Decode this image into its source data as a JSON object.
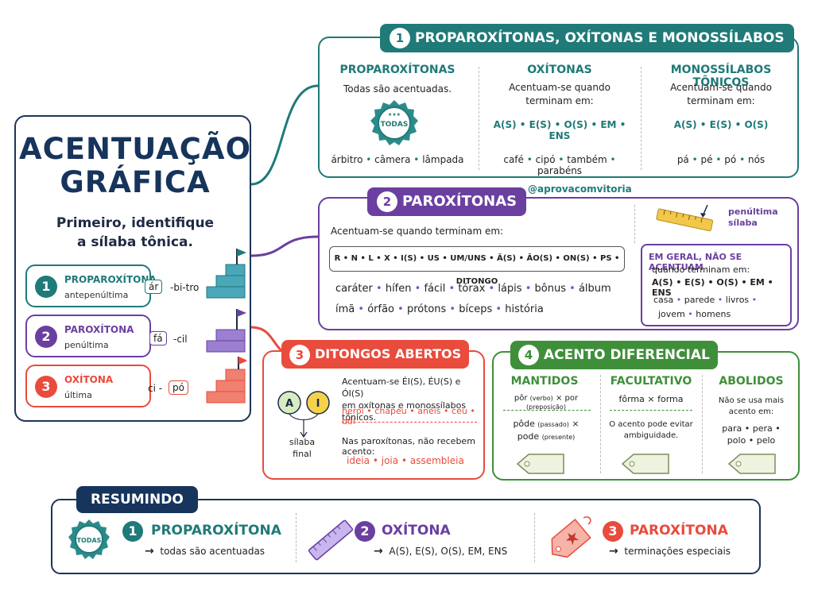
{
  "main": {
    "title_line1": "ACENTUAÇÃO",
    "title_line2": "GRÁFICA",
    "subtitle_line1": "Primeiro, identifique",
    "subtitle_line2": "a sílaba tônica.",
    "stress": [
      {
        "num": "1",
        "name": "PROPAROXÍTONA",
        "desc": "antepenúltima",
        "color": "#1f7a78",
        "syllables": [
          "ár",
          "-bi-tro"
        ]
      },
      {
        "num": "2",
        "name": "PAROXÍTONA",
        "desc": "penúltima",
        "color": "#6b3fa0",
        "syllables": [
          "fá",
          "-cil"
        ]
      },
      {
        "num": "3",
        "name": "OXÍTONA",
        "desc": "última",
        "color": "#e94b3c",
        "syllables": [
          "ci -",
          "pó"
        ]
      }
    ]
  },
  "sec1": {
    "num": "1",
    "title": "PROPAROXÍTONAS, OXÍTONAS E MONOSSÍLABOS",
    "color": "#1f7a78",
    "cols": [
      {
        "heading": "PROPAROXÍTONAS",
        "text": "Todas são acentuadas.",
        "badge": "TODAS",
        "examples": [
          "árbitro",
          "câmera",
          "lâmpada"
        ]
      },
      {
        "heading": "OXÍTONAS",
        "text1": "Acentuam-se quando",
        "text2": "terminam em:",
        "endings": [
          "A(S)",
          "E(S)",
          "O(S)",
          "EM",
          "ENS"
        ],
        "examples": [
          "café",
          "cipó",
          "também",
          "parabéns"
        ]
      },
      {
        "heading": "MONOSSÍLABOS TÔNICOS",
        "text1": "Acentuam-se quando",
        "text2": "terminam em:",
        "endings": [
          "A(S)",
          "E(S)",
          "O(S)"
        ],
        "examples": [
          "pá",
          "pé",
          "pó",
          "nós"
        ]
      }
    ]
  },
  "handle": "@aprovacomvitoria",
  "sec2": {
    "num": "2",
    "title": "PAROXÍTONAS",
    "color": "#6b3fa0",
    "intro": "Acentuam-se quando terminam em:",
    "endings": "R • N • L • X • I(S) • US • UM/UNS • Ã(S) • ÃO(S) • ON(S) • PS • DITONGO",
    "examples_row1": [
      "caráter",
      "hífen",
      "fácil",
      "tórax",
      "lápis",
      "bônus",
      "álbum"
    ],
    "examples_row2": [
      "ímã",
      "órfão",
      "prótons",
      "bíceps",
      "história"
    ],
    "ruler_label1": "penúltima",
    "ruler_label2": "sílaba",
    "sub_title": "EM GERAL, NÃO SE ACENTUAM",
    "sub_text": "quando terminam em:",
    "sub_endings": "A(S) • E(S) • O(S) • EM • ENS",
    "sub_examples_row1": [
      "casa",
      "parede",
      "livros"
    ],
    "sub_examples_row2": [
      "jovem",
      "homens"
    ]
  },
  "sec3": {
    "num": "3",
    "title": "DITONGOS ABERTOS",
    "color": "#e94b3c",
    "circle_a": "A",
    "circle_i": "I",
    "label1": "sílaba",
    "label2": "final",
    "text1": "Acentuam-se ÉI(S), ÉU(S) e ÓI(S)",
    "text2": "em oxítonas e monossílabos tônicos.",
    "examples1": [
      "herói",
      "chapéu",
      "anéis",
      "céu",
      "dói"
    ],
    "text3": "Nas paroxítonas, não recebem acento:",
    "examples2": [
      "ideia",
      "joia",
      "assembleia"
    ]
  },
  "sec4": {
    "num": "4",
    "title": "ACENTO DIFERENCIAL",
    "color": "#3f8f3a",
    "cols": [
      {
        "heading": "MANTIDOS",
        "line1a": "pôr",
        "line1b": "(verbo)",
        "line1c": "× por",
        "line1d": "(preposição)",
        "line2a": "pôde",
        "line2b": "(passado)",
        "line2c": "×",
        "line3a": "pode",
        "line3b": "(presente)"
      },
      {
        "heading": "FACULTATIVO",
        "line1": "fôrma × forma",
        "line2": "O acento pode evitar",
        "line3": "ambiguidade."
      },
      {
        "heading": "ABOLIDOS",
        "line1": "Não se usa mais",
        "line2": "acento em:",
        "line3": "para • pera •",
        "line4": "polo • pelo"
      }
    ]
  },
  "summary": {
    "title": "RESUMINDO",
    "items": [
      {
        "num": "1",
        "name": "PROPAROXÍTONA",
        "desc": "todas são acentuadas",
        "color": "#1f7a78",
        "badge": "TODAS"
      },
      {
        "num": "2",
        "name": "OXÍTONA",
        "desc": "A(S), E(S), O(S), EM, ENS",
        "color": "#6b3fa0"
      },
      {
        "num": "3",
        "name": "PAROXÍTONA",
        "desc": "terminações especiais",
        "color": "#e94b3c"
      }
    ]
  }
}
